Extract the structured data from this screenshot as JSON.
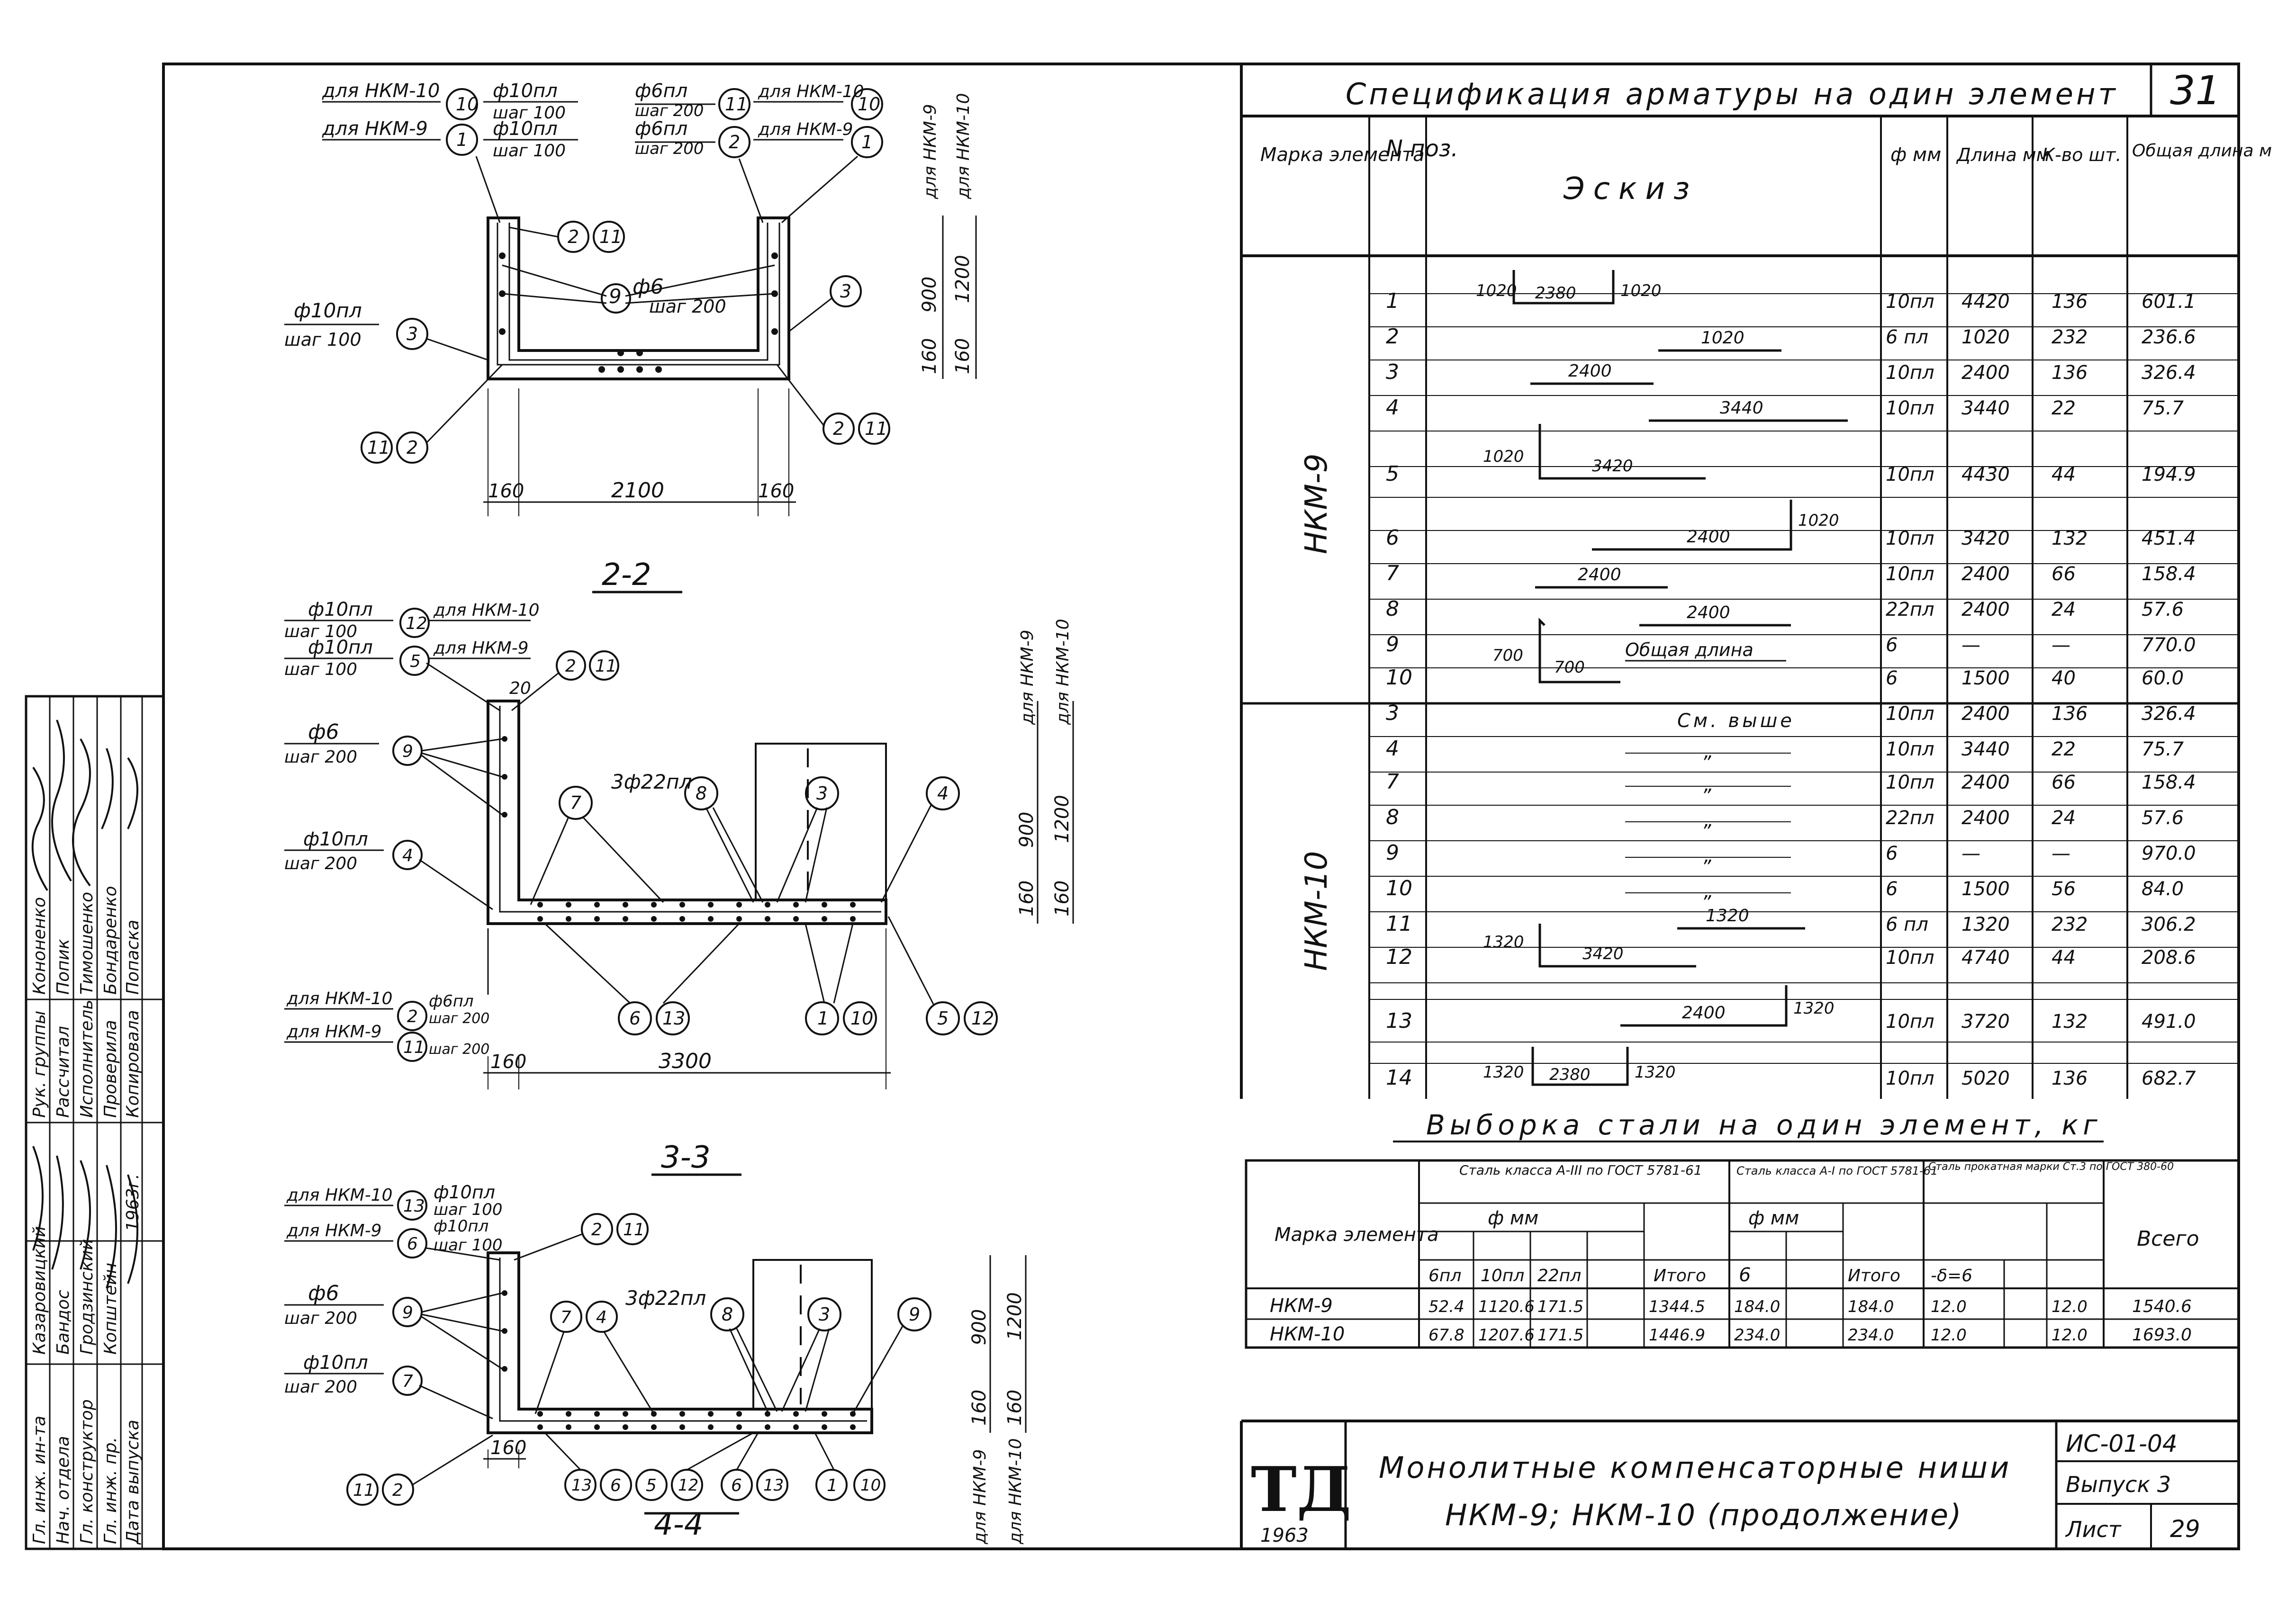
{
  "sheet": {
    "page_number": "31",
    "title_block": {
      "logo": "ТД",
      "year": "1963",
      "title_line1": "Монолитные компенсаторные ниши",
      "title_line2": "НКМ-9; НКМ-10 (продолжение)",
      "code": "ИС-01-04",
      "issue": "Выпуск 3",
      "sheet_label": "Лист",
      "sheet_no": "29"
    },
    "stamp": {
      "roles": [
        "Рук. группы",
        "Рассчитал",
        "Исполнитель",
        "Проверила",
        "Копировала"
      ],
      "names": [
        "Кононенко",
        "Попик",
        "Тимошенко",
        "Бондаренко",
        "Попаска"
      ],
      "roles2": [
        "Гл. инж. ин-та",
        "Нач. отдела",
        "Гл. конструктор",
        "Гл. инж. пр.",
        "Дата выпуска"
      ],
      "names2": [
        "Казаровицкий",
        "Бандос",
        "Гродзинский",
        "Копштейн",
        ""
      ],
      "date": "1963г."
    }
  },
  "spec": {
    "title": "Спецификация арматуры на один элемент",
    "headers": [
      "Марка элемента",
      "N поз.",
      "Эскиз",
      "ф мм",
      "Длина мм",
      "К-во шт.",
      "Общая длина м"
    ],
    "groups": [
      {
        "mark": "НКМ-9",
        "rows": [
          {
            "pos": "1",
            "dia": "10пл",
            "len": "4420",
            "qty": "136",
            "total": "601.1"
          },
          {
            "pos": "2",
            "dia": "6 пл",
            "len": "1020",
            "qty": "232",
            "total": "236.6"
          },
          {
            "pos": "3",
            "dia": "10пл",
            "len": "2400",
            "qty": "136",
            "total": "326.4"
          },
          {
            "pos": "4",
            "dia": "10пл",
            "len": "3440",
            "qty": "22",
            "total": "75.7"
          },
          {
            "pos": "5",
            "dia": "10пл",
            "len": "4430",
            "qty": "44",
            "total": "194.9"
          },
          {
            "pos": "6",
            "dia": "10пл",
            "len": "3420",
            "qty": "132",
            "total": "451.4"
          },
          {
            "pos": "7",
            "dia": "10пл",
            "len": "2400",
            "qty": "66",
            "total": "158.4"
          },
          {
            "pos": "8",
            "dia": "22пл",
            "len": "2400",
            "qty": "24",
            "total": "57.6"
          },
          {
            "pos": "9",
            "dia": "6",
            "len": "—",
            "qty": "—",
            "total": "770.0"
          },
          {
            "pos": "10",
            "dia": "6",
            "len": "1500",
            "qty": "40",
            "total": "60.0"
          }
        ]
      },
      {
        "mark": "НКМ-10",
        "rows": [
          {
            "pos": "3",
            "dia": "10пл",
            "len": "2400",
            "qty": "136",
            "total": "326.4"
          },
          {
            "pos": "4",
            "dia": "10пл",
            "len": "3440",
            "qty": "22",
            "total": "75.7"
          },
          {
            "pos": "7",
            "dia": "10пл",
            "len": "2400",
            "qty": "66",
            "total": "158.4"
          },
          {
            "pos": "8",
            "dia": "22пл",
            "len": "2400",
            "qty": "24",
            "total": "57.6"
          },
          {
            "pos": "9",
            "dia": "6",
            "len": "—",
            "qty": "—",
            "total": "970.0"
          },
          {
            "pos": "10",
            "dia": "6",
            "len": "1500",
            "qty": "56",
            "total": "84.0"
          },
          {
            "pos": "11",
            "dia": "6 пл",
            "len": "1320",
            "qty": "232",
            "total": "306.2"
          },
          {
            "pos": "12",
            "dia": "10пл",
            "len": "4740",
            "qty": "44",
            "total": "208.6"
          },
          {
            "pos": "13",
            "dia": "10пл",
            "len": "3720",
            "qty": "132",
            "total": "491.0"
          },
          {
            "pos": "14",
            "dia": "10пл",
            "len": "5020",
            "qty": "136",
            "total": "682.7"
          }
        ]
      }
    ],
    "sketches": {
      "s1": [
        "1020",
        "2380",
        "1020"
      ],
      "s2": "1020",
      "s3": "2400",
      "s4": "3440",
      "s5": [
        "1020",
        "3420"
      ],
      "s6": [
        "2400",
        "1020"
      ],
      "s7": "2400",
      "s8": "2400",
      "s9": [
        "700",
        "700",
        "Общая длина"
      ],
      "s10": "См. выше",
      "ditto": "„",
      "s11": [
        "1320",
        "3420",
        "1320"
      ],
      "s13": [
        "2400",
        "1320"
      ],
      "s14": [
        "1320",
        "2380",
        "1320"
      ]
    }
  },
  "steel": {
    "title": "Выборка стали на один элемент, кг",
    "head_mark": "Марка элемента",
    "head_a3": "Сталь класса А-III по ГОСТ 5781-61",
    "head_a1": "Сталь класса А-I по ГОСТ 5781-61",
    "head_prof": "Сталь прокатная марки Ст.3 по ГОСТ 380-60",
    "head_dia": "ф мм",
    "cols_a3": [
      "6пл",
      "10пл",
      "22пл"
    ],
    "col_total": "Итого",
    "col_a1": "6",
    "col_prof": "-δ=6",
    "head_all": "Всего",
    "rows": [
      {
        "mark": "НКМ-9",
        "a3": [
          "52.4",
          "1120.6",
          "171.5"
        ],
        "a3_total": "1344.5",
        "a1": "184.0",
        "a1_total": "184.0",
        "prof": "12.0",
        "prof_total": "12.0",
        "all": "1540.6"
      },
      {
        "mark": "НКМ-10",
        "a3": [
          "67.8",
          "1207.6",
          "171.5"
        ],
        "a3_total": "1446.9",
        "a1": "234.0",
        "a1_total": "234.0",
        "prof": "12.0",
        "prof_total": "12.0",
        "all": "1693.0"
      }
    ]
  },
  "drawings": {
    "section22": "2-2",
    "section33": "3-3",
    "section44": "4-4",
    "top_labels": {
      "for10": "для НКМ-10",
      "for9": "для НКМ-9",
      "d10pl": "ф10пл",
      "step100": "шаг 100",
      "d6pl": "ф6пл",
      "step200": "шаг 200",
      "d6": "ф6",
      "d10pl_step100": "ф10пл шаг 100"
    },
    "dims_top": {
      "w1": "160",
      "w2": "2100",
      "w3": "160",
      "h1": "900",
      "h2": "1200",
      "h3": "160",
      "h4": "160"
    },
    "dims_22": {
      "w1": "160",
      "w2": "3300",
      "h1": "900",
      "h2": "1200",
      "h3": "160",
      "h4": "160",
      "top": "20"
    },
    "dims_33": {
      "w1": "160",
      "h1": "900",
      "h2": "1200",
      "h3": "160",
      "h4": "160"
    },
    "bars_8": "3ф22пл",
    "bars_8b": "3ф22пл"
  }
}
